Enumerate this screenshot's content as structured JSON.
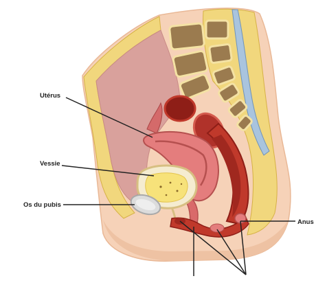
{
  "figure": {
    "labels": {
      "uterus": "Utérus",
      "bladder": "Vessie",
      "pubic_bone": "Os du pubis",
      "anus": "Anus"
    }
  },
  "colors": {
    "skin": "#f6d2b8",
    "skin_shadow": "#e9b896",
    "abdominal_cavity": "#d9a19c",
    "fat": "#f1d77d",
    "fat_edge": "#d6b145",
    "muscle": "#c0392b",
    "muscle_dark": "#8e1e17",
    "uterus": "#e47d7d",
    "bladder_wall": "#f5ecd0",
    "bone": "#dcdcdc",
    "vertebra": "#9b7b4f",
    "disc": "#f4e2a4",
    "leader_line": "#222222"
  }
}
